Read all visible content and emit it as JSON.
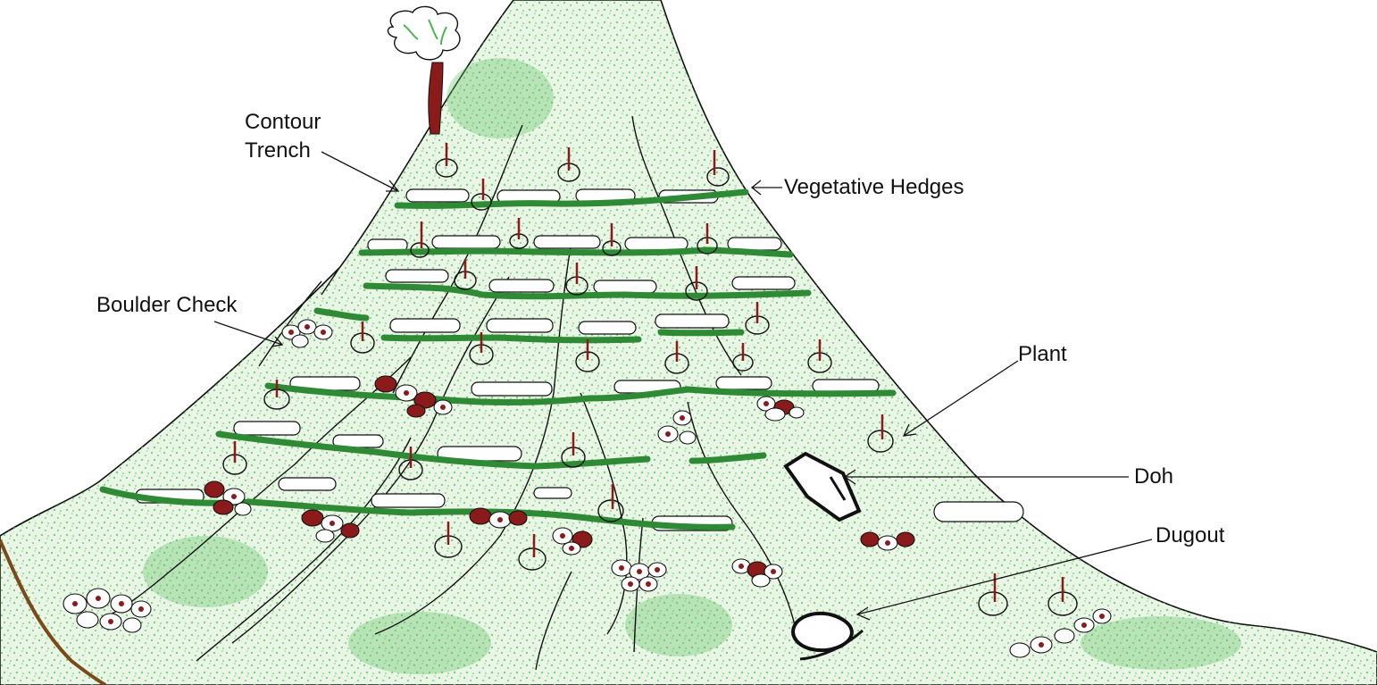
{
  "labels": {
    "contour_trench_line1": "Contour",
    "contour_trench_line2": "Trench",
    "vegetative_hedges": "Vegetative Hedges",
    "boulder_check": "Boulder Check",
    "plant": "Plant",
    "doh": "Doh",
    "dugout": "Dugout"
  },
  "colors": {
    "background": "#ffffff",
    "hill_fill": "#e9f6e6",
    "speckle": "#67c46a",
    "hedge": "#2f8a35",
    "outline": "#111111",
    "trunk": "#8b1a1a",
    "boulder": "#8b1a1a",
    "soil": "#7a4a1c"
  },
  "icons": [
    "tree-icon",
    "plant-icon",
    "boulder-icon",
    "trench-icon",
    "hedge-icon",
    "doh-icon",
    "dugout-icon"
  ]
}
